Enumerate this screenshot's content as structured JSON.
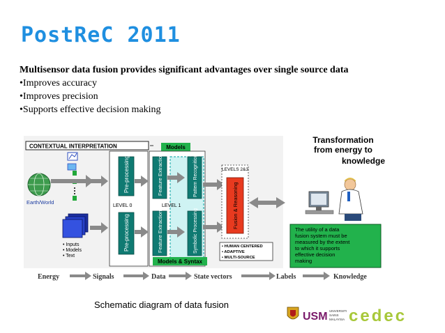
{
  "title": "PostReC 2011",
  "intro": "Multisensor data fusion provides significant advantages over single source data",
  "bullets": [
    "•Improves accuracy",
    "•Improves  precision",
    "•Supports  effective decision making"
  ],
  "caption": "Schematic diagram of data fusion",
  "diagram": {
    "contextual": "CONTEXTUAL INTERPRETATION",
    "models": "Models",
    "models_syntax": "Models & Syntax",
    "preprocessing": "Pre-processing",
    "level0": "LEVEL 0",
    "level1": "LEVEL 1",
    "feature_extraction": "Feature Extraction",
    "pattern_recognition": "Pattern Recognition",
    "symbolic_processing": "Symbolic Processing",
    "levels_23": "LEVELS 2&3",
    "fusion_reasoning": "Fusion & Reasoning",
    "earth_world": "Earth/World",
    "inputs": [
      "• Inputs",
      "• Models",
      "• Text"
    ],
    "qualities": [
      "• HUMAN CENTERED",
      "• ADAPTIVE",
      "• MULTI-SOURCE"
    ],
    "transformation": [
      "Transformation",
      "from energy to",
      "knowledge"
    ],
    "utility_text": [
      "The utility of a data",
      "fusion system must be",
      "measured by the extent",
      "to which it supports",
      "effective decision",
      "making"
    ],
    "stages": [
      "Energy",
      "Signals",
      "Data",
      "State vectors",
      "Labels",
      "Knowledge"
    ]
  },
  "logos": {
    "usm": "USM",
    "usm_sub": [
      "UNIVERSITI",
      "SAINS",
      "MALAYSIA"
    ],
    "cedec": "cedec"
  },
  "colors": {
    "title": "#1f8fe0",
    "teal_box": "#0f7a72",
    "green": "#00b050",
    "cyan_fill": "#cff3f3",
    "green_box": "#22b24c",
    "cedec": "#a8c83a"
  }
}
